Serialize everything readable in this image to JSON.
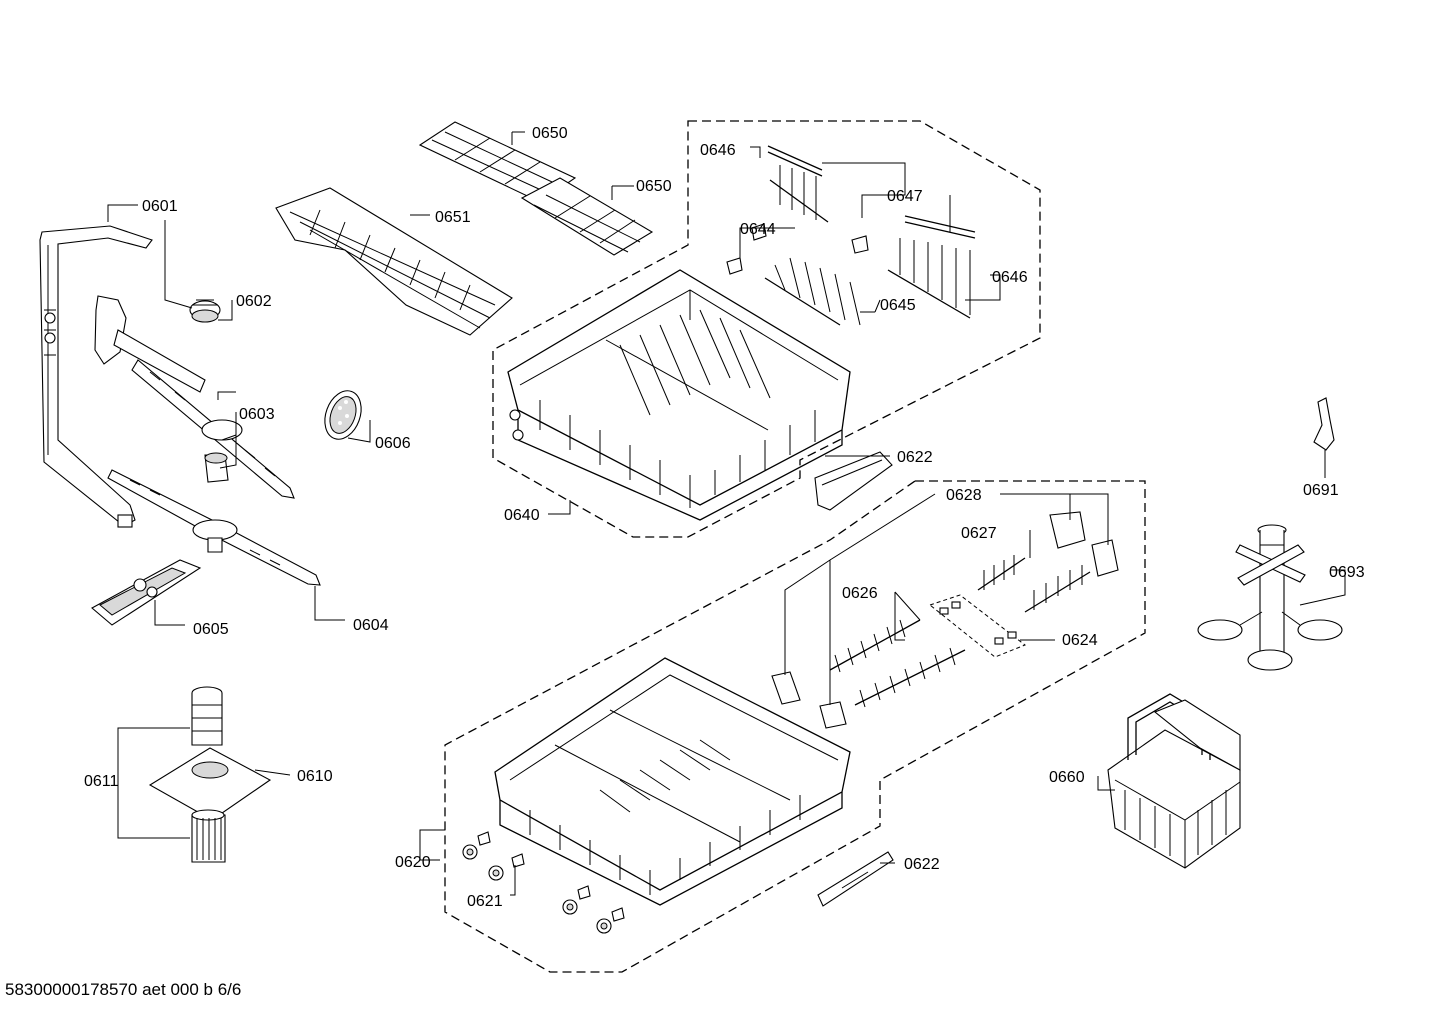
{
  "diagram": {
    "labels": {
      "l0601": "0601",
      "l0602": "0602",
      "l0603": "0603",
      "l0604": "0604",
      "l0605": "0605",
      "l0606": "0606",
      "l0610": "0610",
      "l0611": "0611",
      "l0620": "0620",
      "l0621": "0621",
      "l0622a": "0622",
      "l0622b": "0622",
      "l0624": "0624",
      "l0626": "0626",
      "l0627": "0627",
      "l0628": "0628",
      "l0640": "0640",
      "l0644": "0644",
      "l0645": "0645",
      "l0646a": "0646",
      "l0646b": "0646",
      "l0647": "0647",
      "l0650a": "0650",
      "l0650b": "0650",
      "l0651": "0651",
      "l0660": "0660",
      "l0691": "0691",
      "l0693": "0693"
    }
  },
  "footer": {
    "doc_code": "58300000178570 aet 000 b 6/6"
  }
}
